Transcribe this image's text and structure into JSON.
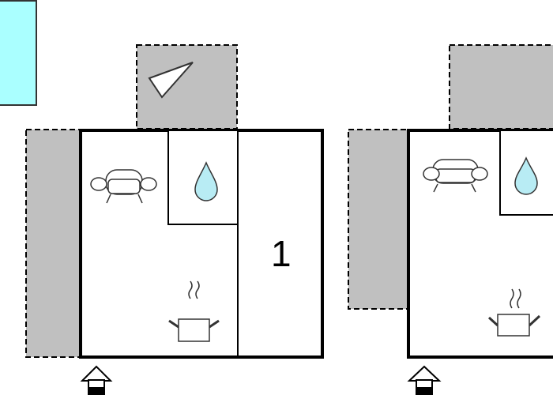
{
  "colors": {
    "background": "#ffffff",
    "wall": "#000000",
    "outdoor_area": "#c0c0c0",
    "pool": "#aaffff",
    "water_drop": "#b8ecf4",
    "furniture_fill": "#ffffff"
  },
  "icons": {
    "pool": "pool",
    "terrace": "terrace-area",
    "sofa": "sofa-icon",
    "bathroom": "water-drop-icon",
    "kitchen": "cooking-pot-icon",
    "entrance": "entrance-arrow-icon",
    "view": "view-triangle-icon"
  },
  "plan_left": {
    "room_number": "1"
  }
}
